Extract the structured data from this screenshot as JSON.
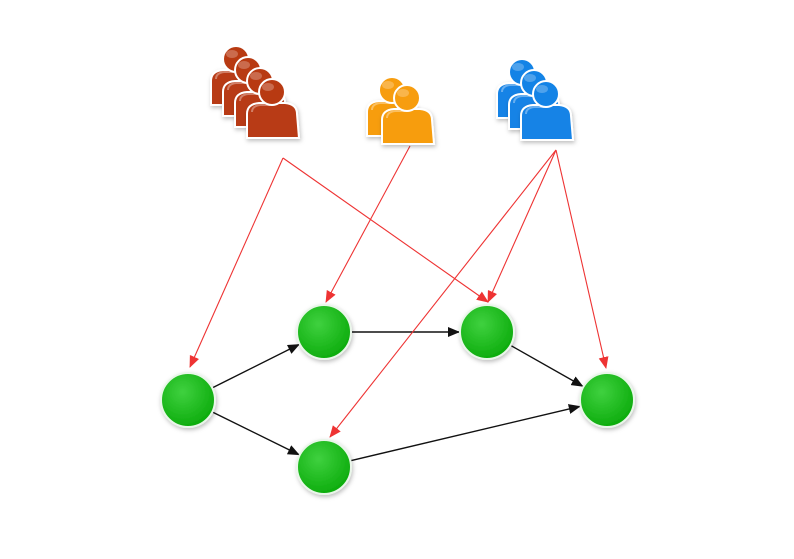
{
  "colors": {
    "background": "#ffffff",
    "node_fill": "#0aaa0a",
    "node_highlight": "#3fd13f",
    "node_stroke": "#e9f6e9",
    "edge_black": "#111111",
    "edge_red": "#ee3333",
    "group_brown": "#b83a12",
    "group_orange": "#f79d0f",
    "group_blue": "#1383e6"
  },
  "icons": {
    "group_brown": "user-group-icon",
    "group_orange": "user-group-icon",
    "group_blue": "user-group-icon",
    "node": "circle-node"
  },
  "groups": [
    {
      "id": "brown",
      "color": "group_brown",
      "members": 4
    },
    {
      "id": "orange",
      "color": "group_orange",
      "members": 2
    },
    {
      "id": "blue",
      "color": "group_blue",
      "members": 3
    }
  ],
  "nodes": [
    "n1",
    "n2",
    "n3",
    "n4",
    "n5",
    "n6"
  ],
  "edges": [
    {
      "from": "n1",
      "to": "n2"
    },
    {
      "from": "n1",
      "to": "n3"
    },
    {
      "from": "n2",
      "to": "n4"
    },
    {
      "from": "n4",
      "to": "n6"
    },
    {
      "from": "n3",
      "to": "n6"
    }
  ],
  "assignments": [
    {
      "from": "brown",
      "to": "n1"
    },
    {
      "from": "brown",
      "to": "n4"
    },
    {
      "from": "orange",
      "to": "n2"
    },
    {
      "from": "blue",
      "to": "n3"
    },
    {
      "from": "blue",
      "to": "n4"
    },
    {
      "from": "blue",
      "to": "n6"
    }
  ]
}
